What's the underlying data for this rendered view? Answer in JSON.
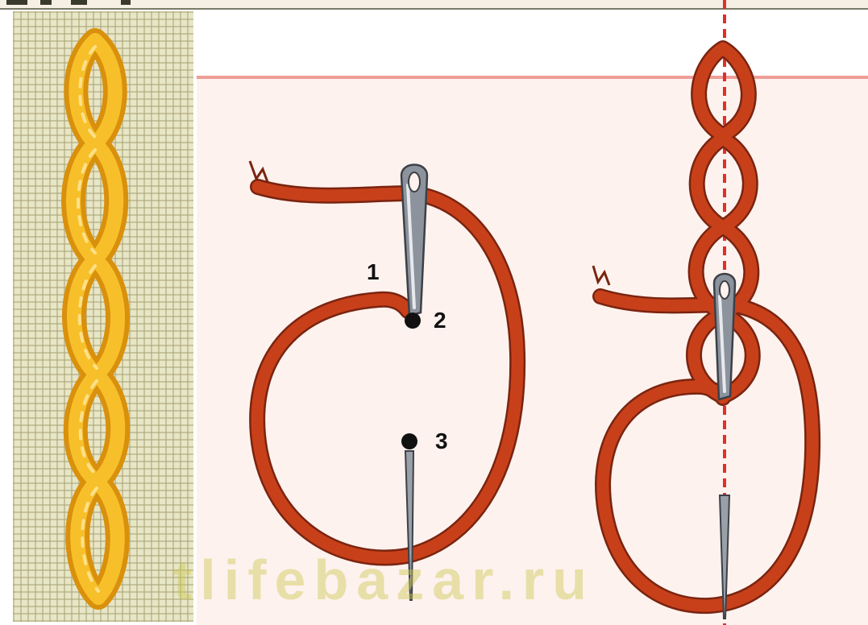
{
  "image": {
    "subject": "chain stitch embroidery illustration",
    "panels": [
      "fabric-sample",
      "needle-step-diagram",
      "chain-progress-diagram"
    ]
  },
  "colors": {
    "thread_sample": "#f0b21c",
    "thread_diagram": "#c8401a",
    "guide_line": "#e0302a",
    "needle": "#9aa0a8",
    "fabric": "#e7e6c6",
    "diagram_bg": "#fdf2ee"
  },
  "labels": {
    "step1": "1",
    "step2": "2",
    "step3": "3"
  },
  "watermark": "tlifebazar.ru"
}
